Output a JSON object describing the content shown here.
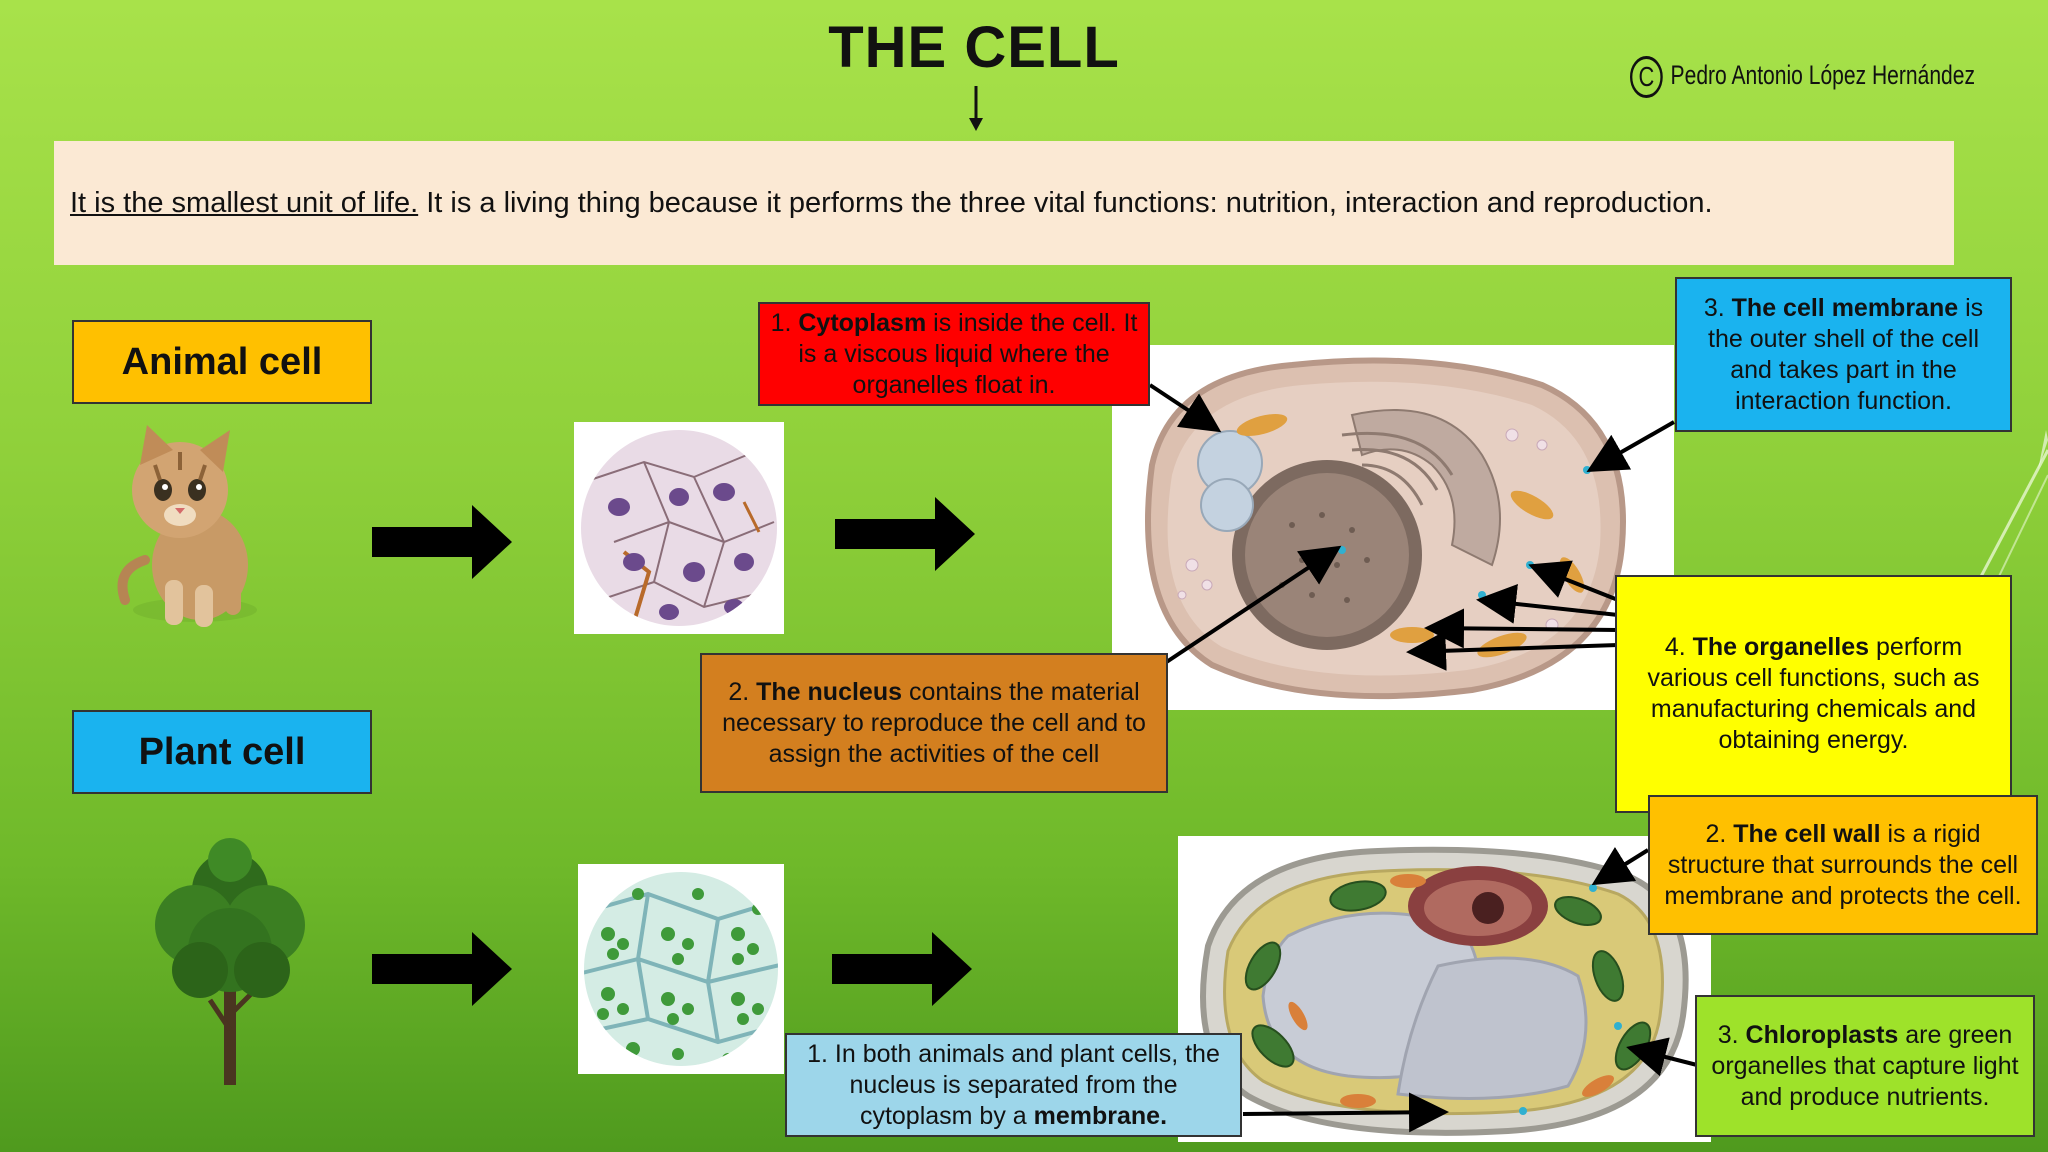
{
  "title": "THE CELL",
  "copyright": {
    "symbol": "C",
    "author": "Pedro Antonio López Hernández"
  },
  "definition": {
    "underlined": "It is the smallest unit of life.",
    "rest": " It is a living thing because it performs the three vital functions: nutrition, interaction and reproduction."
  },
  "labels": {
    "animal": "Animal cell",
    "plant": "Plant cell"
  },
  "notes": {
    "cytoplasm": {
      "prefix": "1. ",
      "bold": "Cytoplasm",
      "rest": " is inside the cell. It is a viscous liquid where the organelles float in."
    },
    "nucleus": {
      "prefix": "2. ",
      "bold": "The nucleus",
      "rest": " contains the material necessary to reproduce the cell and to assign the activities of the cell"
    },
    "membrane": {
      "prefix": "3. ",
      "bold": "The cell membrane",
      "rest": " is the outer shell of the cell and takes part in the interaction function."
    },
    "organelles": {
      "prefix": "4. ",
      "bold": "The organelles",
      "rest": " perform various cell functions, such as manufacturing chemicals and obtaining energy."
    },
    "cellwall": {
      "prefix": "2. ",
      "bold": "The cell wall",
      "rest": " is a rigid structure that surrounds the cell membrane and protects the cell."
    },
    "chloroplasts": {
      "prefix": "3. ",
      "bold": "Chloroplasts",
      "rest": " are green organelles that capture light and produce nutrients."
    },
    "plantmembrane": {
      "text": "1. In both animals and plant cells, the nucleus is separated from the cytoplasm by a ",
      "bold": "membrane."
    }
  },
  "colors": {
    "cytoplasm_box": "#ff0000",
    "nucleus_box": "#d37f1f",
    "membrane_box": "#1ab3ef",
    "organelles_box": "#ffff00",
    "cellwall_box": "#ffc000",
    "chloroplasts_box": "#9ee22a",
    "plantmembrane_box": "#9dd6ea",
    "animal_label": "#ffc000",
    "plant_label": "#1ab3ef",
    "definition_bg": "#fbe9d4"
  },
  "icons": {
    "cat": "kitten-photo",
    "tree": "tree-photo",
    "micro_animal": "animal-cells-micrograph",
    "micro_plant": "plant-cells-micrograph",
    "animal_diagram": "animal-cell-diagram",
    "plant_diagram": "plant-cell-diagram",
    "flow_arrow": "right-arrow-icon"
  }
}
